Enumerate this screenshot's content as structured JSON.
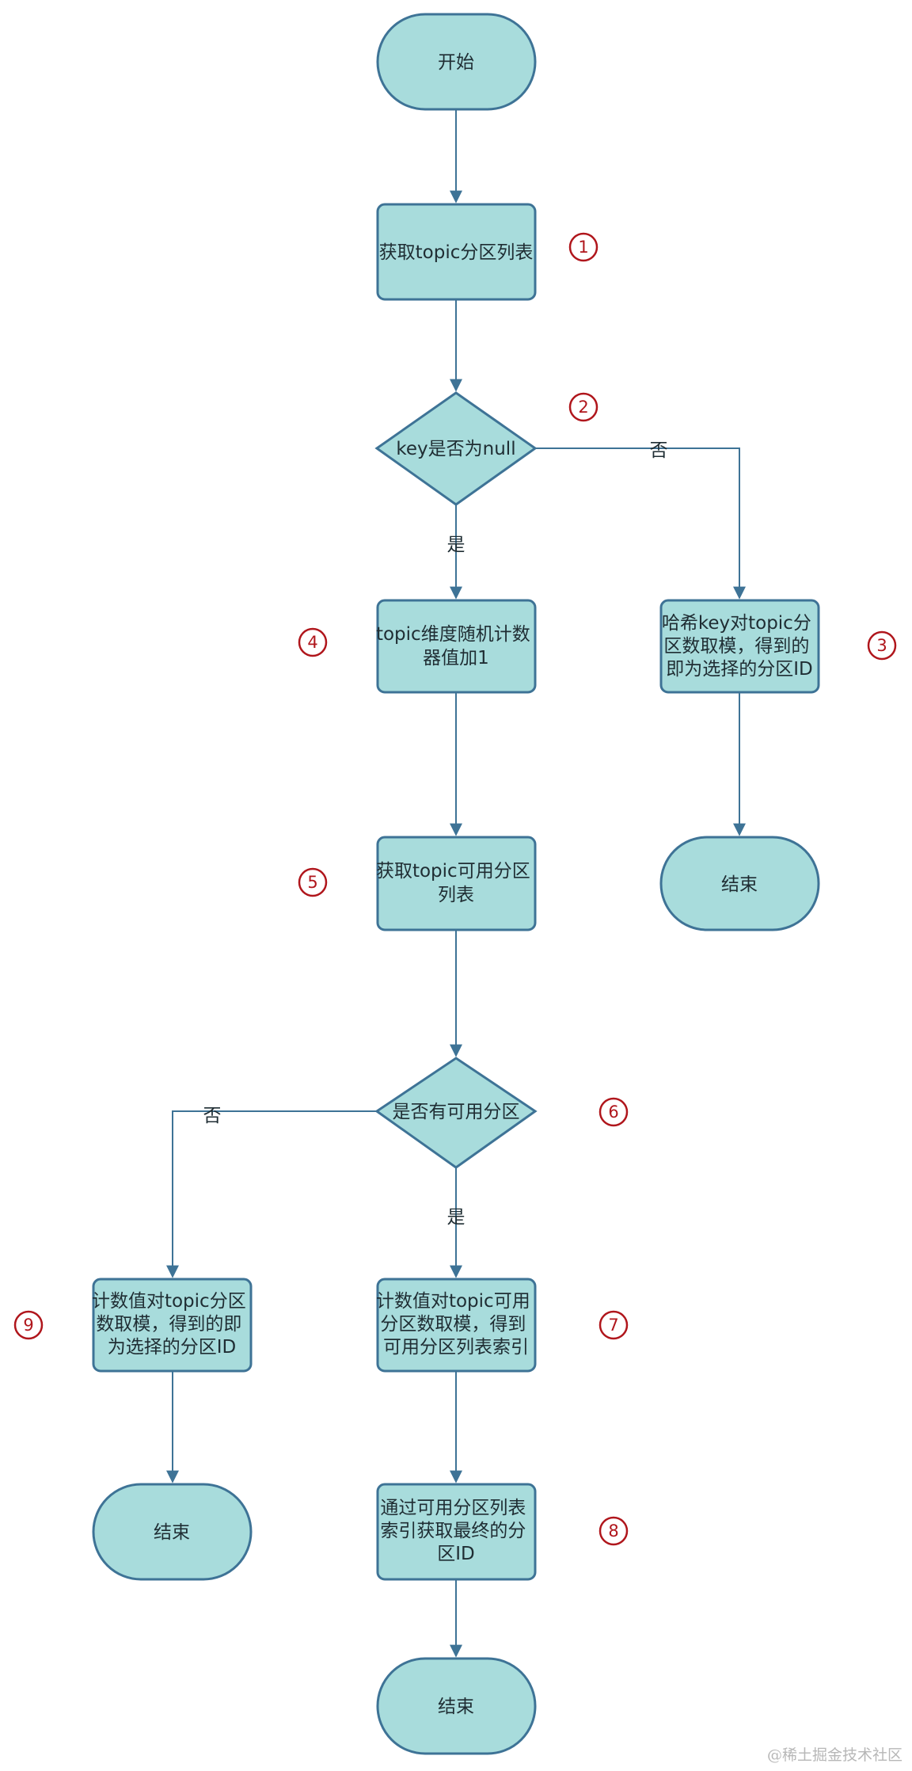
{
  "colors": {
    "node_fill": "#a8dcdc",
    "node_stroke": "#3e7396",
    "edge": "#3e7396",
    "marker": "#b0161c"
  },
  "nodes": {
    "start": "开始",
    "n1": [
      "获取topic分区列表"
    ],
    "d2": "key是否为null",
    "n3": [
      "哈希key对topic分",
      "区数取模，得到的",
      "即为选择的分区ID"
    ],
    "end3": "结束",
    "n4": [
      "topic维度随机计数",
      "器值加1"
    ],
    "n5": [
      "获取topic可用分区",
      "列表"
    ],
    "d6": "是否有可用分区",
    "n7": [
      "计数值对topic可用",
      "分区数取模，得到",
      "可用分区列表索引"
    ],
    "n8": [
      "通过可用分区列表",
      "索引获取最终的分",
      "区ID"
    ],
    "end8": "结束",
    "n9": [
      "计数值对topic分区",
      "数取模，得到的即",
      "为选择的分区ID"
    ],
    "end9": "结束"
  },
  "edge_labels": {
    "d2_no": "否",
    "d2_yes": "是",
    "d6_no": "否",
    "d6_yes": "是"
  },
  "markers": [
    "1",
    "2",
    "3",
    "4",
    "5",
    "6",
    "7",
    "8",
    "9"
  ],
  "watermark": "@稀土掘金技术社区"
}
